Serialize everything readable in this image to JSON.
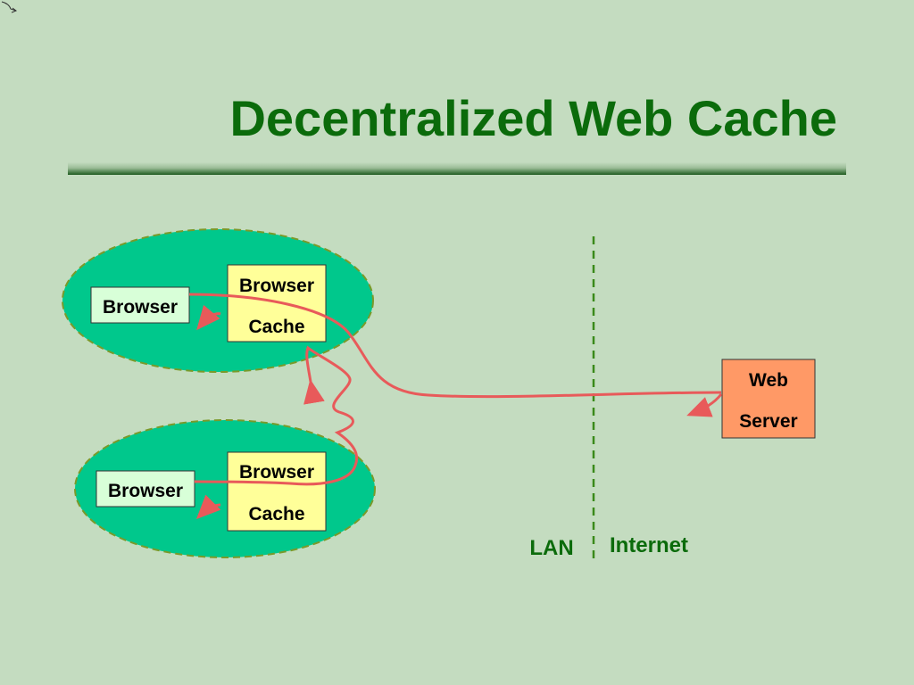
{
  "slide": {
    "title": "Decentralized Web Cache"
  },
  "diagram": {
    "lan_group_1": {
      "browser_label": "Browser",
      "cache_line1": "Browser",
      "cache_line2": "Cache"
    },
    "lan_group_2": {
      "browser_label": "Browser",
      "cache_line1": "Browser",
      "cache_line2": "Cache"
    },
    "web_server": {
      "line1": "Web",
      "line2": "Server"
    },
    "boundary": {
      "left_label": "LAN",
      "right_label": "Internet"
    },
    "colors": {
      "background": "#c4dcc0",
      "title": "#0b6b0b",
      "ellipse_fill": "#00c88c",
      "ellipse_border": "#7a9a2a",
      "browser_box": "#d8ffd8",
      "cache_box": "#ffff99",
      "server_box": "#ff9966",
      "arrow": "#e85a5a",
      "divider": "#3a8a1a"
    }
  }
}
